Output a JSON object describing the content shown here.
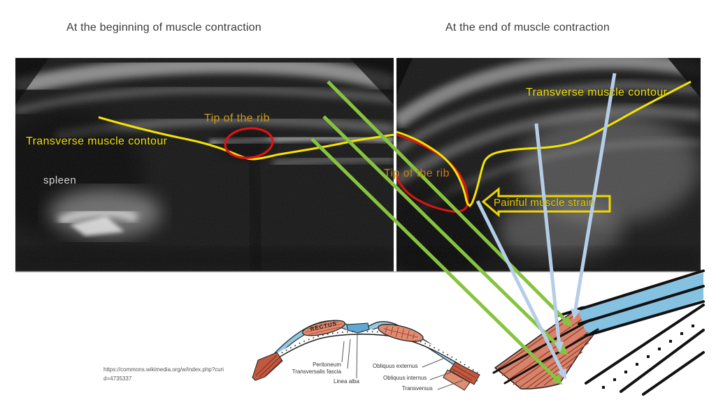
{
  "slide": {
    "titles": {
      "left": "At the beginning of muscle contraction",
      "right": "At the end of muscle contraction"
    },
    "left_ultrasound": {
      "label_transverse": "Transverse muscle contour",
      "label_tip": "Tip of the rib",
      "label_spleen": "spleen"
    },
    "right_ultrasound": {
      "label_transverse": "Transverse muscle contour",
      "label_tip": "Tip of the rib",
      "callout_strain": "Painful muscle strain"
    },
    "anatomy_diagram": {
      "label_rectus": "RECTUS",
      "label_peritoneum": "Peritoneum",
      "label_transversalis_fascia": "Transversalis fascia",
      "label_linea_alba": "Linea alba",
      "label_obliquus_externus": "Obliquus externus",
      "label_obliquus_internus": "Obliquus internus",
      "label_transversus": "Transversus"
    },
    "source_citation": {
      "line1": "https://commons.wikimedia.org/w/index.php?curi",
      "line2": "d=4735337"
    },
    "colors": {
      "contour_yellow": "#F5E400",
      "rib_red": "#DD1414",
      "tip_orange_left": "#C9971B",
      "tip_orange_right": "#C87E10",
      "green_arrow": "#86C440",
      "blue_arrow": "#B5CEE8",
      "callout_yellow": "#EFD700",
      "diagram_blue": "#85C1E0",
      "diagram_salmon": "#D9826B"
    }
  }
}
